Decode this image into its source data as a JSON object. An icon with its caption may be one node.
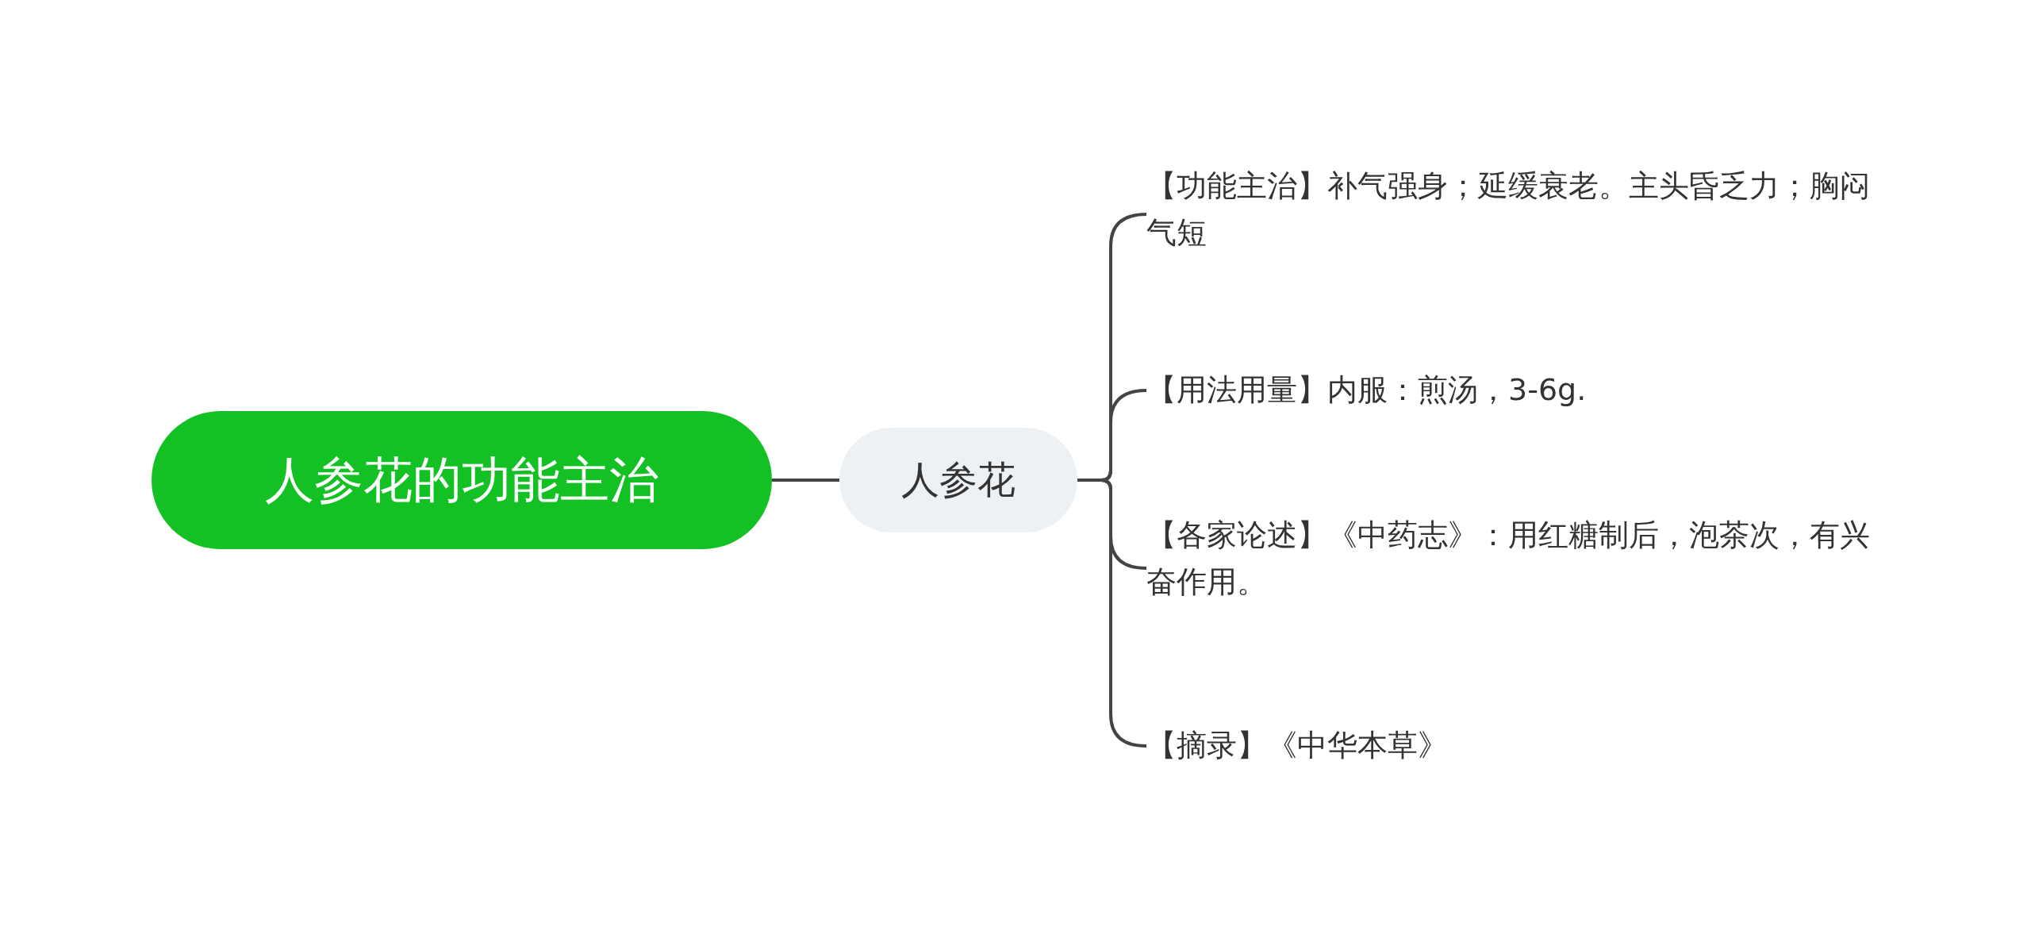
{
  "diagram": {
    "nodes": [
      {
        "text": [
          "人参花的功能主治"
        ]
      },
      {
        "text": [
          "人参花"
        ]
      },
      {
        "text": [
          "【功能主治】补气强身；延缓衰老。主头昏乏力；胸闷气短"
        ]
      },
      {
        "text": [
          "【用法用量】内服：煎汤，3-6g."
        ]
      },
      {
        "text": [
          "【各家论述】《中药志》：用红糖制后，泡茶次，有兴奋作用。"
        ]
      },
      {
        "text": [
          "【摘录】《中华本草》"
        ]
      }
    ],
    "edges": [
      {
        "from": 0,
        "to": 1,
        "arrow": "none"
      },
      {
        "from": 1,
        "to": 2,
        "arrow": "none"
      },
      {
        "from": 1,
        "to": 3,
        "arrow": "none"
      },
      {
        "from": 1,
        "to": 4,
        "arrow": "none"
      },
      {
        "from": 1,
        "to": 5,
        "arrow": "none"
      }
    ]
  }
}
